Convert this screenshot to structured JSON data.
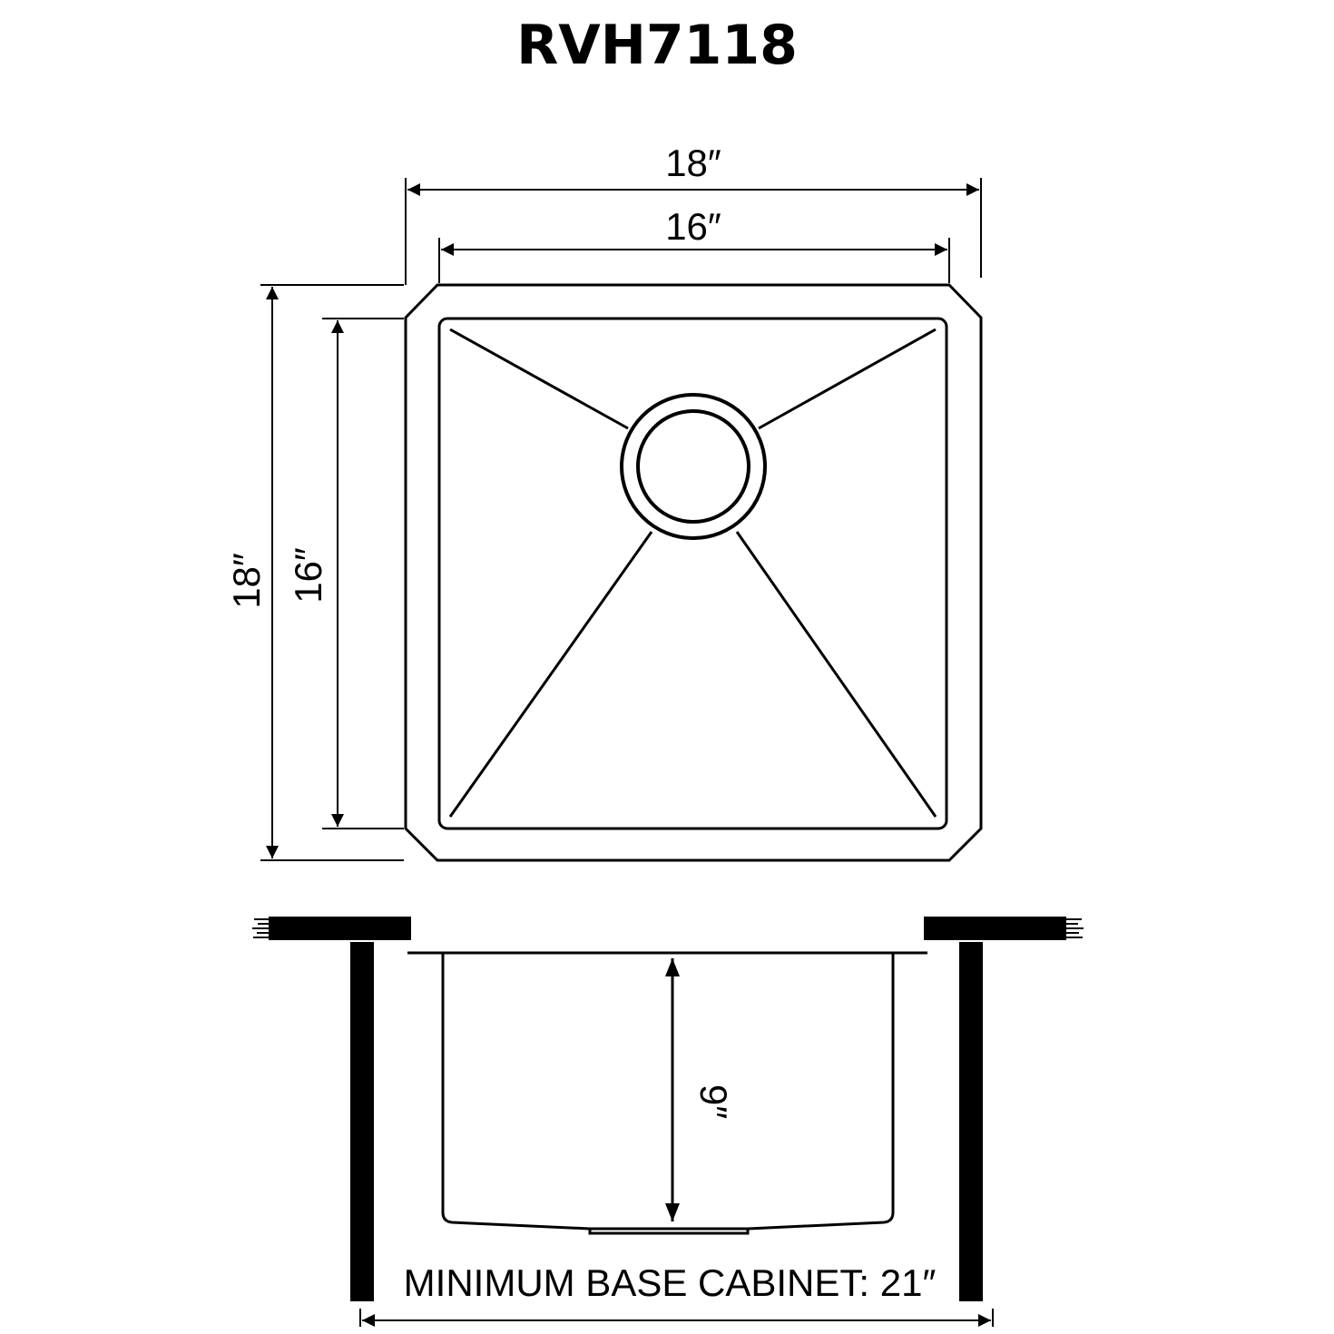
{
  "title": "RVH7118",
  "top_view": {
    "outer_width": "18″",
    "inner_width": "16″",
    "outer_depth": "18″",
    "inner_depth": "16″"
  },
  "side_view": {
    "bowl_depth": "9″",
    "cabinet_label": "MINIMUM BASE CABINET: 21″"
  },
  "colors": {
    "line": "#000000",
    "background": "#ffffff"
  }
}
